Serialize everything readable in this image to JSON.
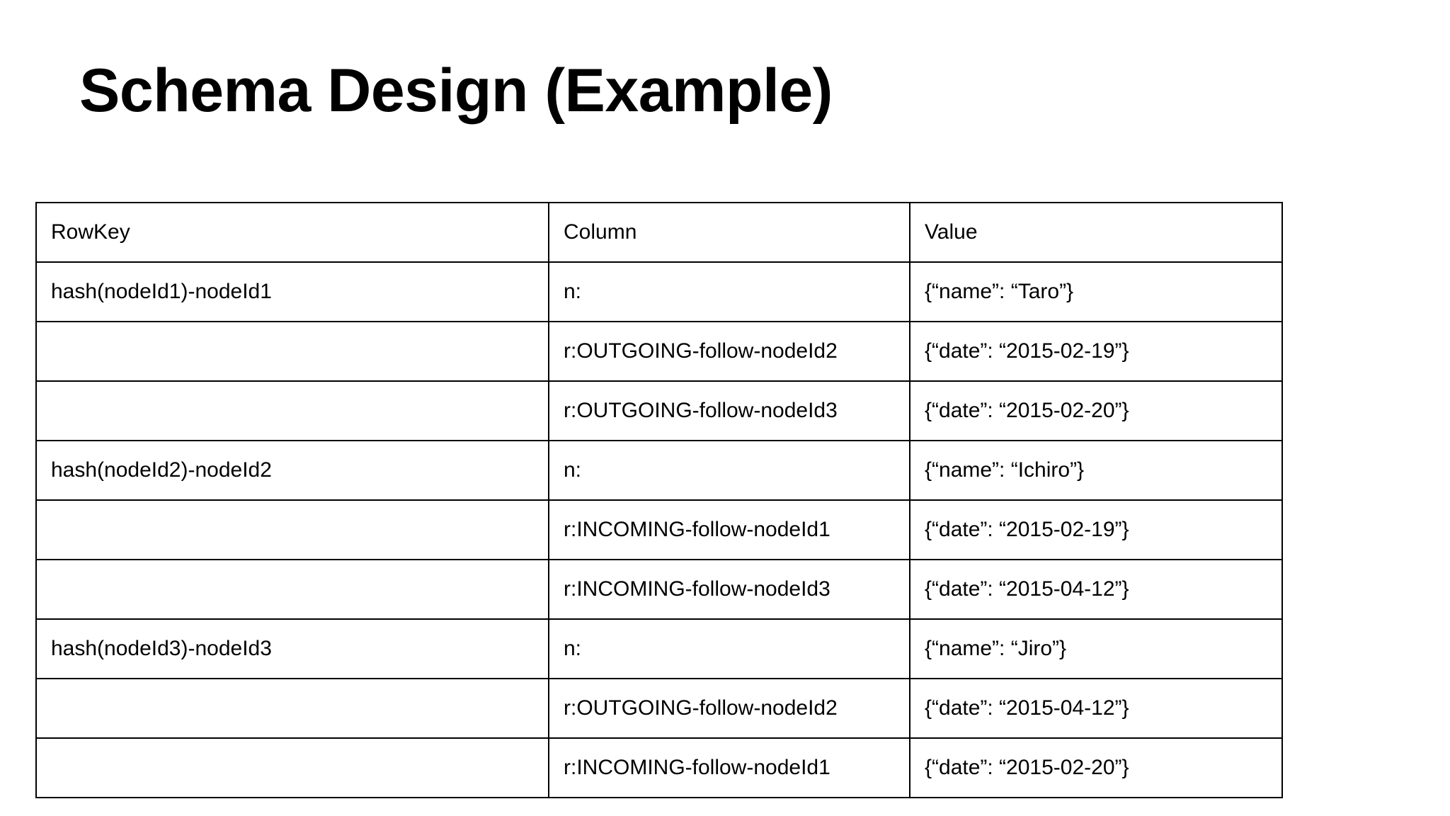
{
  "slide": {
    "title": "Schema Design (Example)",
    "background_color": "#ffffff",
    "text_color": "#000000",
    "border_color": "#000000"
  },
  "table": {
    "headers": {
      "rowkey": "RowKey",
      "column": "Column",
      "value": "Value"
    },
    "rows": [
      {
        "rowkey": "hash(nodeId1)-nodeId1",
        "column": "n:",
        "value": "{“name”: “Taro”}"
      },
      {
        "rowkey": "",
        "column": "r:OUTGOING-follow-nodeId2",
        "value": "{“date”: “2015-02-19”}"
      },
      {
        "rowkey": "",
        "column": "r:OUTGOING-follow-nodeId3",
        "value": "{“date”: “2015-02-20”}"
      },
      {
        "rowkey": "hash(nodeId2)-nodeId2",
        "column": "n:",
        "value": "{“name”: “Ichiro”}"
      },
      {
        "rowkey": "",
        "column": "r:INCOMING-follow-nodeId1",
        "value": "{“date”: “2015-02-19”}"
      },
      {
        "rowkey": "",
        "column": "r:INCOMING-follow-nodeId3",
        "value": "{“date”: “2015-04-12”}"
      },
      {
        "rowkey": "hash(nodeId3)-nodeId3",
        "column": "n:",
        "value": "{“name”: “Jiro”}"
      },
      {
        "rowkey": "",
        "column": "r:OUTGOING-follow-nodeId2",
        "value": "{“date”: “2015-04-12”}"
      },
      {
        "rowkey": "",
        "column": "r:INCOMING-follow-nodeId1",
        "value": "{“date”: “2015-02-20”}"
      }
    ]
  }
}
